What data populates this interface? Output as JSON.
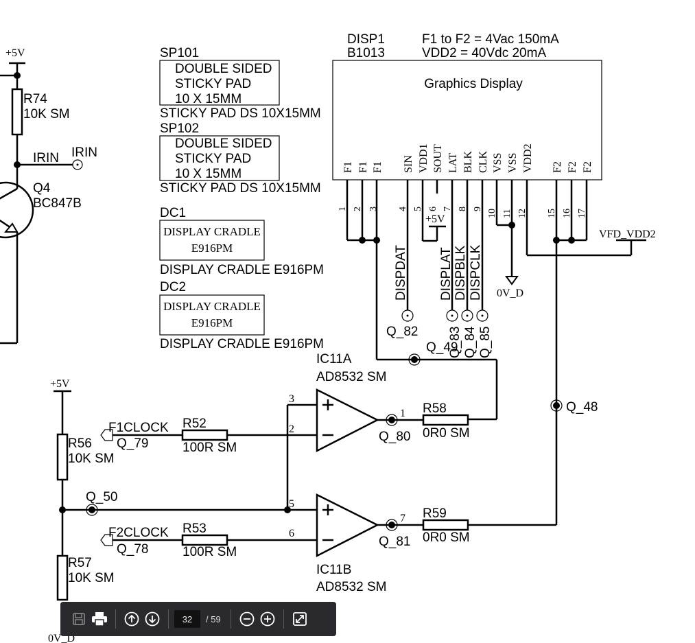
{
  "power": {
    "vcc_top": "+5V",
    "vcc_left": "+5V",
    "vcc_disp": "+5V",
    "gnd": "0V_D",
    "gnd_bottom": "0V_D"
  },
  "r74": {
    "ref": "R74",
    "value": "10K SM"
  },
  "irin": {
    "net": "IRIN",
    "port": "IRIN"
  },
  "q4": {
    "ref": "Q4",
    "value": "BC847B"
  },
  "sp101": {
    "ref": "SP101",
    "lines": [
      "DOUBLE SIDED",
      "STICKY PAD",
      "10 X 15MM"
    ],
    "desc": "STICKY PAD DS 10X15MM"
  },
  "sp102": {
    "ref": "SP102",
    "lines": [
      "DOUBLE SIDED",
      "STICKY PAD",
      "10 X 15MM"
    ],
    "desc": "STICKY PAD DS 10X15MM"
  },
  "dc1": {
    "ref": "DC1",
    "lines": [
      "DISPLAY CRADLE",
      "E916PM"
    ],
    "desc": "DISPLAY CRADLE E916PM"
  },
  "dc2": {
    "ref": "DC2",
    "lines": [
      "DISPLAY CRADLE",
      "E916PM"
    ],
    "desc": "DISPLAY CRADLE E916PM"
  },
  "disp1": {
    "ref": "DISP1",
    "value": "B1013",
    "note1": "F1 to F2 = 4Vac 150mA",
    "note2": "VDD2 = 40Vdc 20mA",
    "title": "Graphics Display",
    "pins": [
      {
        "name": "F1",
        "num": "1"
      },
      {
        "name": "F1",
        "num": "2"
      },
      {
        "name": "F1",
        "num": "3"
      },
      {
        "name": "SIN",
        "num": "4"
      },
      {
        "name": "VDD1",
        "num": "5"
      },
      {
        "name": "SOUT",
        "num": "6"
      },
      {
        "name": "LAT",
        "num": "7"
      },
      {
        "name": "BLK",
        "num": "8"
      },
      {
        "name": "CLK",
        "num": "9"
      },
      {
        "name": "VSS",
        "num": "10"
      },
      {
        "name": "VSS",
        "num": "11"
      },
      {
        "name": "VDD2",
        "num": "12"
      },
      {
        "name": "F2",
        "num": "15"
      },
      {
        "name": "F2",
        "num": "16"
      },
      {
        "name": "F2",
        "num": "17"
      }
    ]
  },
  "nets": {
    "vfd_vdd2": "VFD_VDD2",
    "dispdat": "DISPDAT",
    "displat": "DISPLAT",
    "dispblk": "DISPBLK",
    "dispclk": "DISPCLK",
    "q82": "Q_82",
    "q83": "Q_83",
    "q84": "Q_84",
    "q85": "Q_85",
    "q49": "Q_49",
    "q48": "Q_48",
    "q50": "Q_50",
    "q79": "Q_79",
    "q78": "Q_78",
    "q80": "Q_80",
    "q81": "Q_81",
    "f1clock": "F1CLOCK",
    "f2clock": "F2CLOCK"
  },
  "ic11a": {
    "ref": "IC11A",
    "value": "AD8532 SM",
    "pin_plus": "3",
    "pin_minus": "2",
    "pin_out": "1"
  },
  "ic11b": {
    "ref": "IC11B",
    "value": "AD8532 SM",
    "pin_plus": "5",
    "pin_minus": "6",
    "pin_out": "7"
  },
  "r52": {
    "ref": "R52",
    "value": "100R SM"
  },
  "r53": {
    "ref": "R53",
    "value": "100R SM"
  },
  "r56": {
    "ref": "R56",
    "value": "10K SM"
  },
  "r57": {
    "ref": "R57",
    "value": "10K SM"
  },
  "r58": {
    "ref": "R58",
    "value": "0R0 SM"
  },
  "r59": {
    "ref": "R59",
    "value": "0R0 SM"
  },
  "toolbar": {
    "save_icon": "save-icon",
    "print_icon": "print-icon",
    "prev_icon": "arrow-up-circle-icon",
    "next_icon": "arrow-down-circle-icon",
    "page_current": "32",
    "page_total": "/ 59",
    "zoom_out_icon": "zoom-out-icon",
    "zoom_in_icon": "zoom-in-icon",
    "fit_icon": "fit-page-icon"
  }
}
